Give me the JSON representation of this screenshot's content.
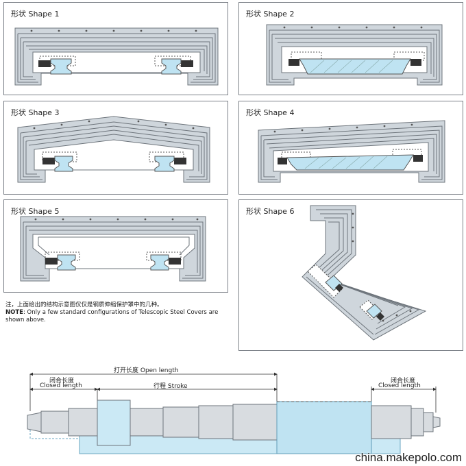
{
  "panels": [
    {
      "title": "形状 Shape 1"
    },
    {
      "title": "形状 Shape 2"
    },
    {
      "title": "形状 Shape 3"
    },
    {
      "title": "形状 Shape 4"
    },
    {
      "title": "形状 Shape 5"
    },
    {
      "title": "形状 Shape 6"
    }
  ],
  "note": {
    "chinese": "注，上面给出的结构示意图仅仅是钢质伸缩保护罩中的几种。",
    "english_label": "NOTE",
    "english_text": ": Only a few standard configurations of Telescopic Steel Covers are shown above."
  },
  "diagram": {
    "open_length": "打开长度 Open length",
    "closed_length_cn": "闭合长度",
    "closed_length_en": "Closed length",
    "stroke": "行程  Stroke",
    "closed_length_right_cn": "闭合长度",
    "closed_length_right_en": "Closed length"
  },
  "colors": {
    "cover_fill": "#cfd6dc",
    "cover_stroke": "#6d747b",
    "rail_fill": "#bfe3f2",
    "ram_fill": "#d3d7dc",
    "table_fill": "#cbe9f5",
    "dark_block": "#333333"
  },
  "watermark": "china.makepolo.com"
}
